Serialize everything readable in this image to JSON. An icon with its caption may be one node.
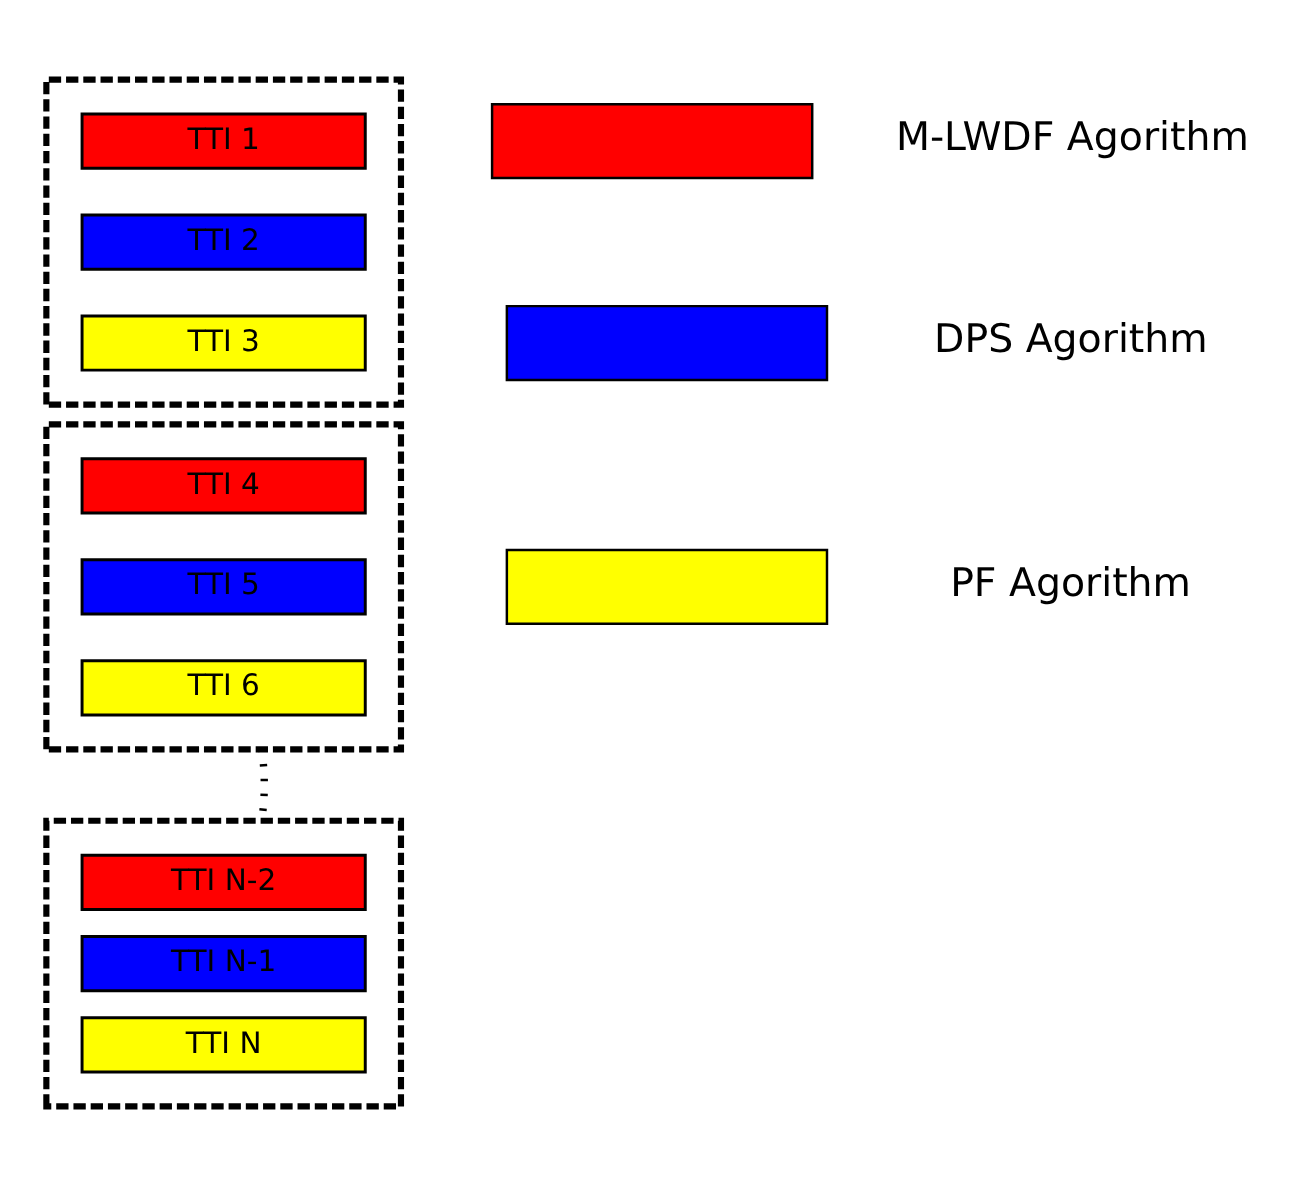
{
  "diagram": {
    "nodes": [
      {
        "text": [],
        "shape": "box"
      },
      {
        "text": [
          "TTI 1"
        ],
        "in": 0
      },
      {
        "text": [
          "TTI 2"
        ],
        "in": 0
      },
      {
        "text": [
          "TTI 3"
        ],
        "in": 0
      },
      {
        "text": [],
        "shape": "box"
      },
      {
        "text": [
          "TTI 4"
        ],
        "in": 4
      },
      {
        "text": [
          "TTI 5"
        ],
        "in": 4
      },
      {
        "text": [
          "TTI 6"
        ],
        "in": 4
      },
      {
        "text": [],
        "shape": "box"
      },
      {
        "text": [
          "TTI N-2"
        ],
        "in": 8
      },
      {
        "text": [
          "TTI N-1"
        ],
        "in": 8
      },
      {
        "text": [
          "TTI N"
        ],
        "in": 8
      }
    ],
    "edges": [
      {
        "from": 4,
        "to": 8,
        "arrow": "none",
        "style": "dashed"
      }
    ],
    "legend": [
      {
        "text": "M-LWDF Agorithm",
        "color": "#ff0000"
      },
      {
        "text": "DPS Agorithm",
        "color": "#0000ff"
      },
      {
        "text": "PF Agorithm",
        "color": "#ffff00"
      }
    ]
  }
}
